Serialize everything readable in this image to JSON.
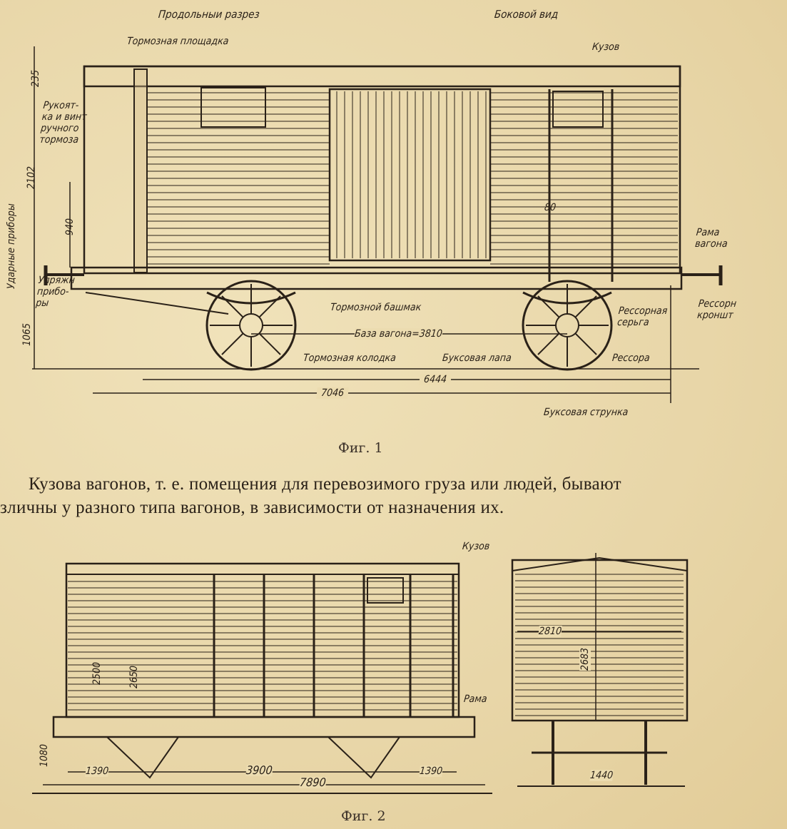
{
  "figure1": {
    "caption": "Фиг. 1",
    "view_titles": {
      "section": "Продольныи разрез",
      "side": "Боковой вид"
    },
    "labels": {
      "brake_platform": "Тормозная площадка",
      "body": "Кузов",
      "hand_brake": [
        "Рукоят-",
        "ка и винт",
        "ручного",
        "тормоза"
      ],
      "buffers": "Ударные приборы",
      "draw_gear": [
        "Упряжн",
        "прибо-",
        "ры"
      ],
      "frame": [
        "Рама",
        "вагона"
      ],
      "brake_shoe_holder": "Тормозной башмак",
      "spring_link": [
        "Рессорная",
        "серьга"
      ],
      "spring_bracket": [
        "Рессорн",
        "кроншт"
      ],
      "wheelbase": "База вагона=3810",
      "brake_block": "Тормозная колодка",
      "axlebox_guide": "Буксовая лапа",
      "spring": "Рессора",
      "axlebox_tie": "Буксовая струнка"
    },
    "dimensions": {
      "d235": "235",
      "d2102": "2102",
      "d940": "940",
      "d1065": "1065",
      "d80": "80",
      "d6444": "6444",
      "d7046": "7046"
    }
  },
  "paragraph": {
    "line1": "Кузова вагонов, т. е. помещения для перевозимого груза или людей, бывают",
    "line2": "зличны у разного типа вагонов, в зависимости от назначения их."
  },
  "figure2": {
    "caption": "Фиг. 2",
    "labels": {
      "body": "Кузов",
      "frame": "Рама"
    },
    "dimensions": {
      "d2500": "2500",
      "d2650": "2650",
      "d2810": "2810",
      "d2683": "2683",
      "d1080": "1080",
      "d1390a": "1390",
      "d3900": "3900",
      "d7890": "7890",
      "d1390b": "1390",
      "d1440": "1440"
    }
  },
  "colors": {
    "paper": "#ecdcb0",
    "ink": "#2a2118"
  }
}
